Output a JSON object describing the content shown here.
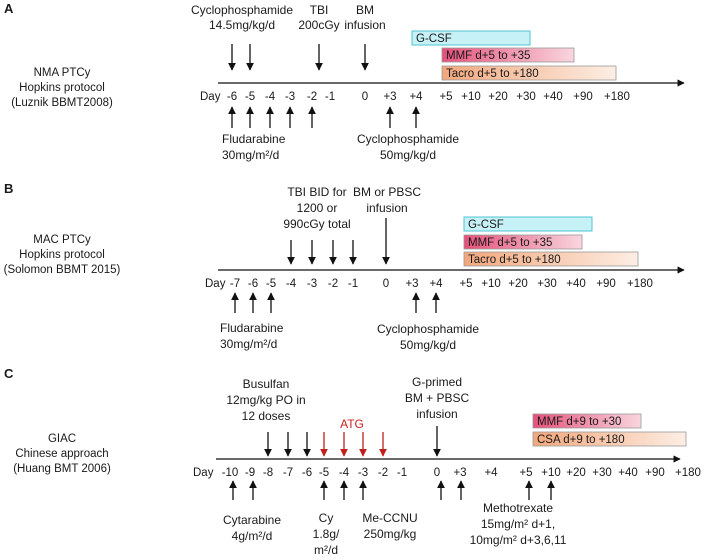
{
  "panels": [
    {
      "letter": "A",
      "protocol": [
        "NMA PTCy",
        "Hopkins protocol",
        "(Luznik BBMT2008)"
      ],
      "day_prefix": "Day",
      "days": [
        "-6",
        "-5",
        "-4",
        "-3",
        "-2",
        "-1",
        "0",
        "+3",
        "+4",
        "+5",
        "+10",
        "+20",
        "+30",
        "+40",
        "+90",
        "+180"
      ],
      "top_labels": [
        {
          "lines": [
            "Cyclophosphamide",
            "14.5mg/kg/d"
          ]
        },
        {
          "lines": [
            "TBI",
            "200cGy"
          ]
        },
        {
          "lines": [
            "BM",
            "infusion"
          ]
        }
      ],
      "bottom_labels": [
        {
          "lines": [
            "Fludarabine",
            "30mg/m²/d"
          ]
        },
        {
          "lines": [
            "Cyclophosphamide",
            "50mg/kg/d"
          ]
        }
      ],
      "bars": [
        "G-CSF",
        "MMF d+5 to +35",
        "Tacro d+5 to +180"
      ]
    },
    {
      "letter": "B",
      "protocol": [
        "MAC PTCy",
        "Hopkins protocol",
        "(Solomon  BBMT 2015)"
      ],
      "day_prefix": "Day",
      "days": [
        "-7",
        "-6",
        "-5",
        "-4",
        "-3",
        "-2",
        "-1",
        "0",
        "+3",
        "+4",
        "+5",
        "+10",
        "+20",
        "+30",
        "+40",
        "+90",
        "+180"
      ],
      "top_labels": [
        {
          "lines": [
            "TBI BID for",
            "1200 or",
            "990cGy total"
          ]
        },
        {
          "lines": [
            "BM or PBSC",
            "infusion"
          ]
        }
      ],
      "bottom_labels": [
        {
          "lines": [
            "Fludarabine",
            "30mg/m²/d"
          ]
        },
        {
          "lines": [
            "Cyclophosphamide",
            "50mg/kg/d"
          ]
        }
      ],
      "bars": [
        "G-CSF",
        "MMF d+5 to +35",
        "Tacro d+5 to +180"
      ]
    },
    {
      "letter": "C",
      "protocol": [
        "GIAC",
        "Chinese approach",
        "(Huang BMT 2006)"
      ],
      "day_prefix": "Day",
      "days": [
        "-10",
        "-9",
        "-8",
        "-7",
        "-6",
        "-5",
        "-4",
        "-3",
        "-2",
        "-1",
        "0",
        "+3",
        "+4",
        "+5",
        "+10",
        "+20",
        "+30",
        "+40",
        "+90",
        "+180"
      ],
      "top_labels": [
        {
          "lines": [
            "Busulfan",
            "12mg/kg PO in",
            "12 doses"
          ]
        },
        {
          "lines": [
            "ATG"
          ]
        },
        {
          "lines": [
            "G-primed",
            "BM + PBSC",
            "infusion"
          ]
        }
      ],
      "bottom_labels": [
        {
          "lines": [
            "Cytarabine",
            "4g/m²/d"
          ]
        },
        {
          "lines": [
            "Cy",
            "1.8g/",
            "m²/d"
          ]
        },
        {
          "lines": [
            "Me-CCNU",
            "250mg/kg"
          ]
        },
        {
          "lines": [
            "Methotrexate",
            "15mg/m² d+1,",
            "10mg/m² d+3,6,11"
          ]
        }
      ],
      "bars": [
        "MMF d+9 to +30",
        "CSA d+9 to +180"
      ]
    }
  ],
  "colors": {
    "gcsf_fill": "#c6f1f6",
    "gcsf_stroke": "#53c3d3",
    "mmf_fill": "#e4517a",
    "mmf_fill_light": "#f7c6d3",
    "tacro_fill": "#f2a77c",
    "tacro_fill_light": "#fbe3d2",
    "bar_stroke": "#9a9a9a",
    "arrow": "#111111",
    "atg_arrow": "#c0201c"
  }
}
